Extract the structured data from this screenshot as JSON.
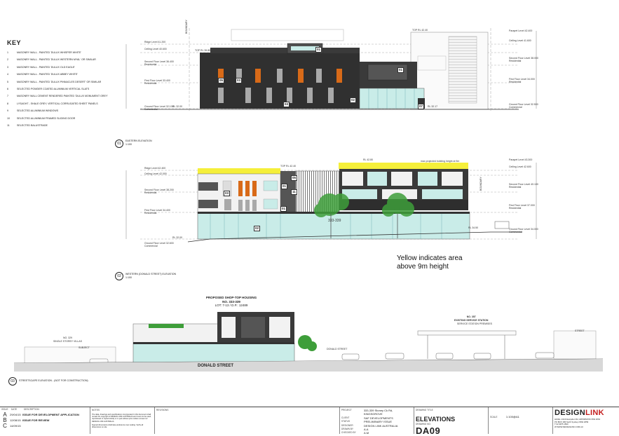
{
  "key": {
    "title": "KEY",
    "items": [
      {
        "n": "1",
        "text": "MASONRY WALL - PAINTED 'DULUX WHISPER WHITE'"
      },
      {
        "n": "2",
        "text": "MASONRY WALL - PAINTED 'DULUX WESTERN MYAL' OR SIMILAR"
      },
      {
        "n": "3",
        "text": "MASONRY WALL - PAINTED 'DULUX OLD EAGLE'"
      },
      {
        "n": "4",
        "text": "MASONRY WALL - PAINTED 'DULUX ABBEY WHITE'"
      },
      {
        "n": "5",
        "text": "MASONRY WALL - PAINTED 'DULUX PINNACLES DESERT' OR SIMILAR"
      },
      {
        "n": "6",
        "text": "SELECTED POWDER COATED ALUMINIUM VERTICAL SLATS"
      },
      {
        "n": "7",
        "text": "MASONRY WALL CEMENT RENDERED PAINTED 'DULUX MONUMENT GREY'"
      },
      {
        "n": "8",
        "text": "LYSAGHT - SHALE GREY, VERTICAL CORRUGATED SHEET PANELS"
      },
      {
        "n": "9",
        "text": "SELECTED ALUMINIUM WINDOWS"
      },
      {
        "n": "10",
        "text": "SELECTED ALUMINIUM FRAMED SLIDING DOOR"
      },
      {
        "n": "11",
        "text": "SELECTED BALUSTRADE"
      }
    ]
  },
  "eastern": {
    "num": "01",
    "title": "EASTERN ELEVATION",
    "scale": "1:100",
    "top_rl_left": "TOP RL 39.80",
    "top_rl_right": "TOP RL 42.40",
    "levels_left": [
      {
        "text": "Ridge Level 41.200"
      },
      {
        "text": "Ceiling Level 40.600"
      },
      {
        "text": "Second Floor Level 36.400",
        "sub": "Residential"
      },
      {
        "text": "First Floor Level 33.400",
        "sub": "Residential"
      },
      {
        "text": "Ground Floor Level 32.100",
        "sub": "Commercial"
      }
    ],
    "levels_right": [
      {
        "text": "Parapet Level 42.400"
      },
      {
        "text": "Ceiling Level 41.600"
      },
      {
        "text": "Second Floor Level 38.000",
        "sub": "Residential"
      },
      {
        "text": "First Floor Level 34.000",
        "sub": "Residential"
      },
      {
        "text": "Ground Floor Level 32.500",
        "sub": "Commercial"
      }
    ],
    "rl_ground_left": "RL 32.00",
    "rl_ground_right": "RL 32.17",
    "boundary": "BOUNDARY",
    "tags": [
      "01",
      "05",
      "03",
      "01",
      "03",
      "02",
      "07"
    ]
  },
  "western": {
    "num": "02",
    "title": "WESTERN (DONALD STREET) ELEVATION",
    "scale": "1:100",
    "top_rl_left": "TOP RL 42.40",
    "top_rl_right": "RL 42.80",
    "max_height": "max projected building height at 9m",
    "levels_left": [
      {
        "text": "Ridge Level 42.400"
      },
      {
        "text": "Ceiling Level 42.000"
      },
      {
        "text": "Second Floor Level 38.200",
        "sub": "Residential"
      },
      {
        "text": "First Floor Level 34.400",
        "sub": "Residential"
      },
      {
        "text": "Ground Floor Level 32.600",
        "sub": "Commercial"
      }
    ],
    "levels_right": [
      {
        "text": "Parapet Level 43.300"
      },
      {
        "text": "Ceiling Level 42.600"
      },
      {
        "text": "Second Floor Level 40.100",
        "sub": "Residential"
      },
      {
        "text": "First Floor Level 37.000",
        "sub": "Residential"
      },
      {
        "text": "Ground Floor Level 34.000",
        "sub": "Commercial"
      }
    ],
    "rl_ground_left": "RL 32.00",
    "rl_ground_right": "RL 34.50",
    "address": "333-339",
    "boundary": "BOUNDARY",
    "tags": [
      "03",
      "05",
      "11",
      "01",
      "01",
      "02"
    ]
  },
  "note": {
    "line1": "Yellow indicates area",
    "line2": "above 9m height"
  },
  "streetscape": {
    "num": "03",
    "title": "STREETSCAPE ELEVATION - (NOT FOR CONSTRUCTION)",
    "proposed_line1": "PROPOSED SHOP-TOP HOUSING",
    "proposed_line2": "NO. 333-339",
    "proposed_line3": "LOT: 7-13 / D.P.: 12489",
    "left_building_line1": "NO. 329",
    "left_building_line2": "SINGLE STOREY VILLAS",
    "left_small": "SUBJECT",
    "right_building_line1": "NO. 357",
    "right_building_line2": "EXISTING SERVICE STATION",
    "right_small": "SERVICE STATION PREMISES",
    "donald_small": "DONALD STREET",
    "street_label": "DONALD STREET",
    "far_right": "STREET"
  },
  "title_block": {
    "col_issue": "ISSUE",
    "col_date": "DATE",
    "col_desc": "DESCRIPTION",
    "revisions": [
      {
        "letter": "A",
        "date": "29/04/15",
        "desc": "ISSUE FOR DEVELOPMENT APPLICATION"
      },
      {
        "letter": "B",
        "date": "12/08/15",
        "desc": "ISSUE FOR REVIEW"
      },
      {
        "letter": "C",
        "date": "14/09/15",
        "desc": ""
      }
    ],
    "notes_label": "NOTES",
    "notes_text": "The data, drawings and specifications incorporated in this document shall remain the copyright of DESIGN LINK AUSTRALIA and must not be used, reproduced or copied wholly or in part without prior written consent of DESIGN LINK AUSTRALIA",
    "notes_text2": "Figured dimensions shall take preference over scaling. Verify all dimensions on site",
    "revisions_label": "REVISIONS",
    "project_label": "PROJECT",
    "project": "333-339 Stoney Ck Rd, KINGSGROVE",
    "client_label": "CLIENT",
    "client": "SAF DEVELOPMENTS",
    "status_label": "STATUS",
    "status": "PRELIMINARY ISSUE",
    "designer_label": "DESIGNER",
    "designer": "DESIGN LINK AUSTRALIA",
    "drawn_label": "DRAWN BY",
    "drawn": "A.A",
    "checked_label": "CHECKED BY",
    "checked": "A.M",
    "drawing_title_label": "DRAWING TITLE",
    "drawing_title": "ELEVATIONS",
    "drawing_no_label": "DRAWING NO.",
    "drawing_no": "DA09",
    "scale_label": "SCALE",
    "scale": "1:100@A1",
    "logo_a": "DESIGN",
    "logo_b": "LINK",
    "contact": [
      "LEVEL 1/210 Hampden Rd, ARTARMON NSW 2064",
      "PO BOX 186 North Sydney NSW 2059",
      "T 02 9975 1500",
      "W WWW.DESIGNLINK.COM.AU"
    ]
  },
  "colors": {
    "dark_facade": "#303030",
    "orange_panel": "#d86a18",
    "grey_panel": "#a9a9a9",
    "glazing": "#c9ece8",
    "yellow_zone": "#f5ef3a",
    "tree": "#3e9e3a"
  }
}
